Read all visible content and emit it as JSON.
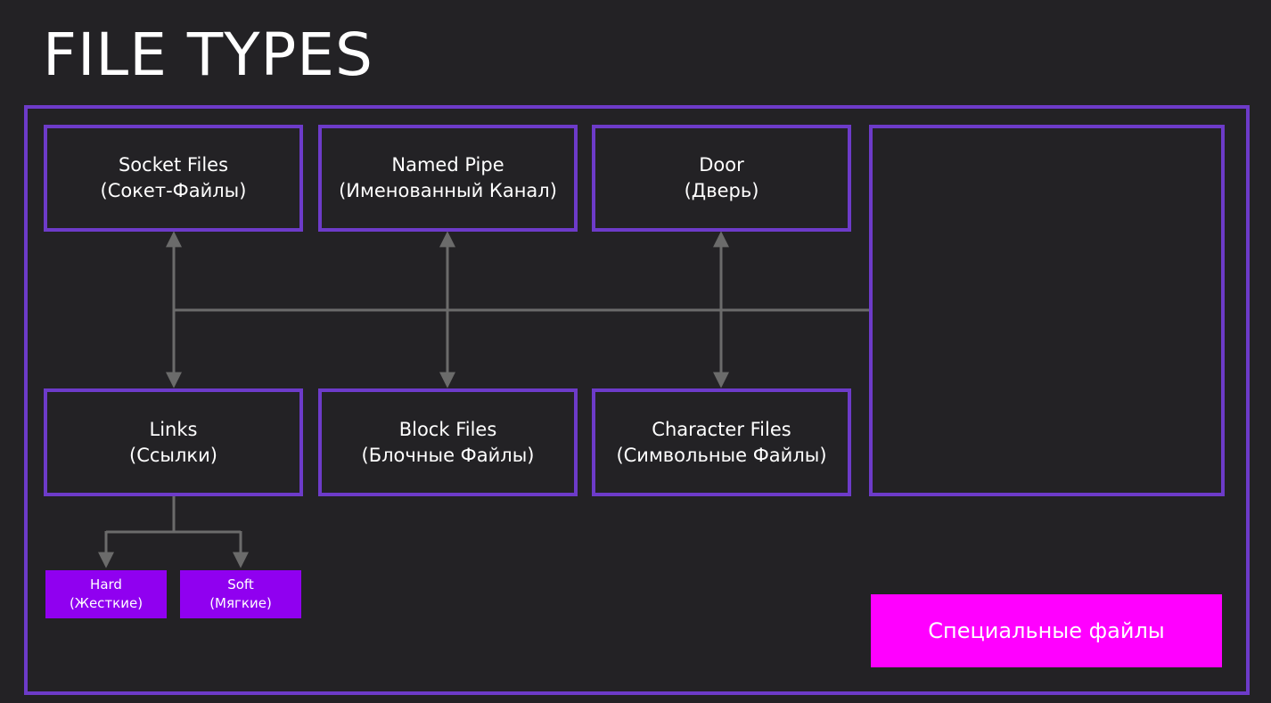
{
  "title": "FILE TYPES",
  "boxes": {
    "socket": {
      "label": "Socket Files",
      "sub": "(Сокет-Файлы)"
    },
    "pipe": {
      "label": "Named Pipe",
      "sub": "(Именованный Канал)"
    },
    "door": {
      "label": "Door",
      "sub": "(Дверь)"
    },
    "links": {
      "label": "Links",
      "sub": "(Ссылки)"
    },
    "block": {
      "label": "Block Files",
      "sub": "(Блочные Файлы)"
    },
    "character": {
      "label": "Character Files",
      "sub": "(Символьные Файлы)"
    }
  },
  "link_types": {
    "hard": {
      "label": "Hard",
      "sub": "(Жесткие)"
    },
    "soft": {
      "label": "Soft",
      "sub": "(Мягкие)"
    }
  },
  "special_label": "Специальные файлы",
  "colors": {
    "background": "#232225",
    "border": "#6d3bc9",
    "connector": "#6b6b6b",
    "link_type_fill": "#9000f0",
    "special_fill": "#ff00ff"
  }
}
